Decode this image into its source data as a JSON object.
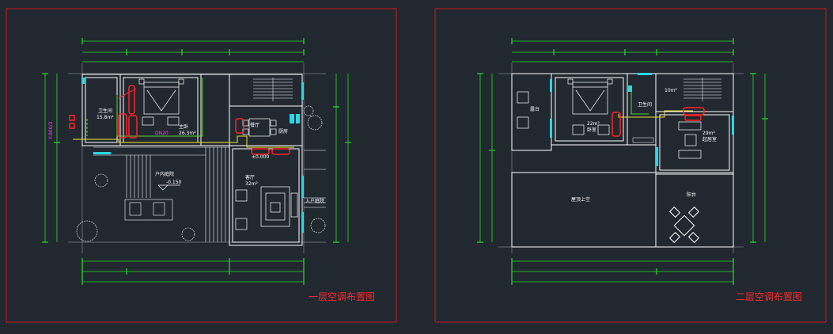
{
  "drawings": [
    {
      "title": "一层空调布置图",
      "labels": {
        "level": "-0.150",
        "floor_level": "±0.000",
        "living": "客厅",
        "dining": "餐厅",
        "kitchen": "厨房",
        "bedroom": "主卧",
        "garden": "户内庭院",
        "entrance": "入户庭院",
        "wc": "卫生间",
        "area_living": "32m²",
        "area_bed": "26.3m²",
        "area_bath": "15.8m²",
        "pipe_tag": "DN20",
        "side_tag": "Y-800/3"
      }
    },
    {
      "title": "二层空调布置图",
      "labels": {
        "terrace": "露台",
        "roof": "屋顶上空",
        "bedroom": "卧室",
        "study": "起居室",
        "wc": "卫生间",
        "balcony": "阳台",
        "area_bed": "22m²",
        "area_study": "29m²",
        "area_small": "10m²"
      }
    }
  ],
  "colors": {
    "background": "#212830",
    "frame": "#d0181b",
    "wall": "#ffffff",
    "dimension": "#24e024",
    "window": "#27d8e8",
    "ac_unit": "#ff2222",
    "pipe_green": "#5cd92c",
    "pipe_yellow": "#f2e533",
    "tag": "#ff3cff"
  }
}
